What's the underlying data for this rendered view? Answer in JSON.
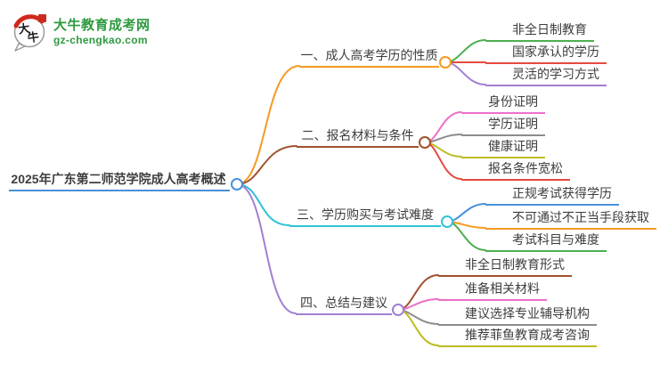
{
  "logo": {
    "icon": "daniu-speech-bubble-icon",
    "icon_chars": [
      "大",
      "牛"
    ],
    "title": "大牛教育成考网",
    "subtitle": "gz-chengkao.com",
    "brand_color": "#2d9a3f",
    "seal_color": "#cb2b1e"
  },
  "mindmap": {
    "background": "#ffffff",
    "text_color": "#3d3d3d",
    "root": {
      "label": "2025年广东第二师范学院成人高考概述",
      "color": "#4a90d9"
    },
    "branches": [
      {
        "label": "一、成人高考学历的性质",
        "color": "#f59a23",
        "children": [
          {
            "label": "非全日制教育",
            "color": "#4cae4f"
          },
          {
            "label": "国家承认的学历",
            "color": "#e6493f"
          },
          {
            "label": "灵活的学习方式",
            "color": "#a17fd3"
          }
        ]
      },
      {
        "label": "二、报名材料与条件",
        "color": "#a0522d",
        "children": [
          {
            "label": "身份证明",
            "color": "#ee6fc8"
          },
          {
            "label": "学历证明",
            "color": "#8c8c8c"
          },
          {
            "label": "健康证明",
            "color": "#bcbd22"
          },
          {
            "label": "报名条件宽松",
            "color": "#e6493f"
          }
        ]
      },
      {
        "label": "三、学历购买与考试难度",
        "color": "#2fc3d5",
        "children": [
          {
            "label": "正规考试获得学历",
            "color": "#4a90d9"
          },
          {
            "label": "不可通过不正当手段获取",
            "color": "#f59a23"
          },
          {
            "label": "考试科目与难度",
            "color": "#4cae4f"
          }
        ]
      },
      {
        "label": "四、总结与建议",
        "color": "#a17fd3",
        "children": [
          {
            "label": "非全日制教育形式",
            "color": "#a0522d"
          },
          {
            "label": "准备相关材料",
            "color": "#ee6fc8"
          },
          {
            "label": "建议选择专业辅导机构",
            "color": "#8c8c8c"
          },
          {
            "label": "推荐菲鱼教育成考咨询",
            "color": "#bcbd22"
          }
        ]
      }
    ]
  }
}
